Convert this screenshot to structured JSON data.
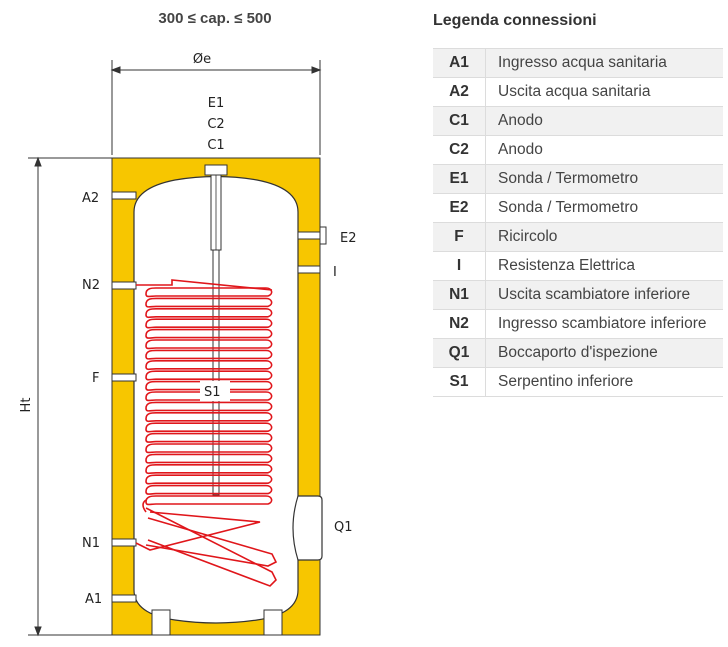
{
  "capacity_title": "300 ≤ cap. ≤ 500",
  "diagram_labels": {
    "diameter": "Øe",
    "height": "Ht",
    "top_e1": "E1",
    "top_c2": "C2",
    "top_c1": "C1",
    "a2": "A2",
    "n2": "N2",
    "f": "F",
    "n1": "N1",
    "a1": "A1",
    "e2": "E2",
    "i": "I",
    "q1": "Q1",
    "s1": "S1"
  },
  "colors": {
    "insulation": "#f7c600",
    "coil": "#e0161b",
    "outline": "#333333"
  },
  "legend": {
    "title": "Legenda connessioni",
    "rows": [
      {
        "code": "A1",
        "desc": "Ingresso acqua sanitaria"
      },
      {
        "code": "A2",
        "desc": "Uscita acqua sanitaria"
      },
      {
        "code": "C1",
        "desc": "Anodo"
      },
      {
        "code": "C2",
        "desc": "Anodo"
      },
      {
        "code": "E1",
        "desc": "Sonda / Termometro"
      },
      {
        "code": "E2",
        "desc": "Sonda / Termometro"
      },
      {
        "code": "F",
        "desc": "Ricircolo"
      },
      {
        "code": "I",
        "desc": "Resistenza Elettrica"
      },
      {
        "code": "N1",
        "desc": "Uscita scambiatore inferiore"
      },
      {
        "code": "N2",
        "desc": "Ingresso scambiatore inferiore"
      },
      {
        "code": "Q1",
        "desc": "Boccaporto d'ispezione"
      },
      {
        "code": "S1",
        "desc": "Serpentino inferiore"
      }
    ]
  }
}
